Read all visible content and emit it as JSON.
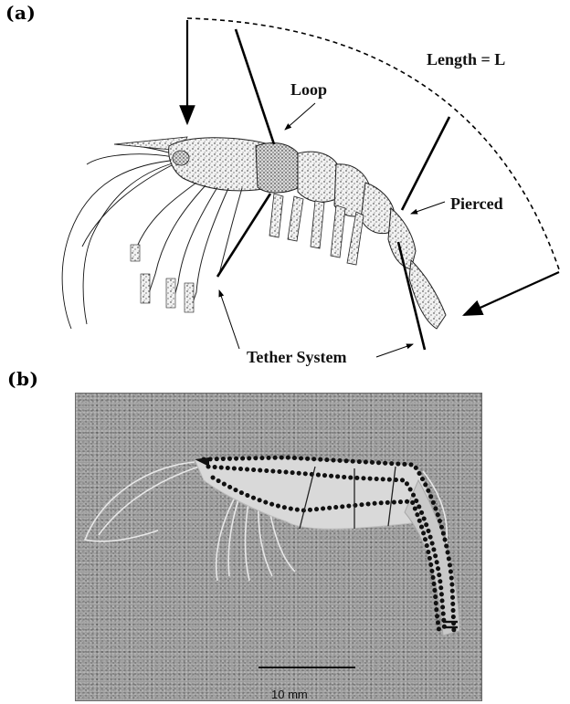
{
  "panels": {
    "a": {
      "label": "(a)"
    },
    "b": {
      "label": "(b)"
    }
  },
  "annotations": {
    "length": "Length = L",
    "loop": "Loop",
    "pierced": "Pierced",
    "tether": "Tether System"
  },
  "photo": {
    "scale_bar_label": "10 mm"
  }
}
